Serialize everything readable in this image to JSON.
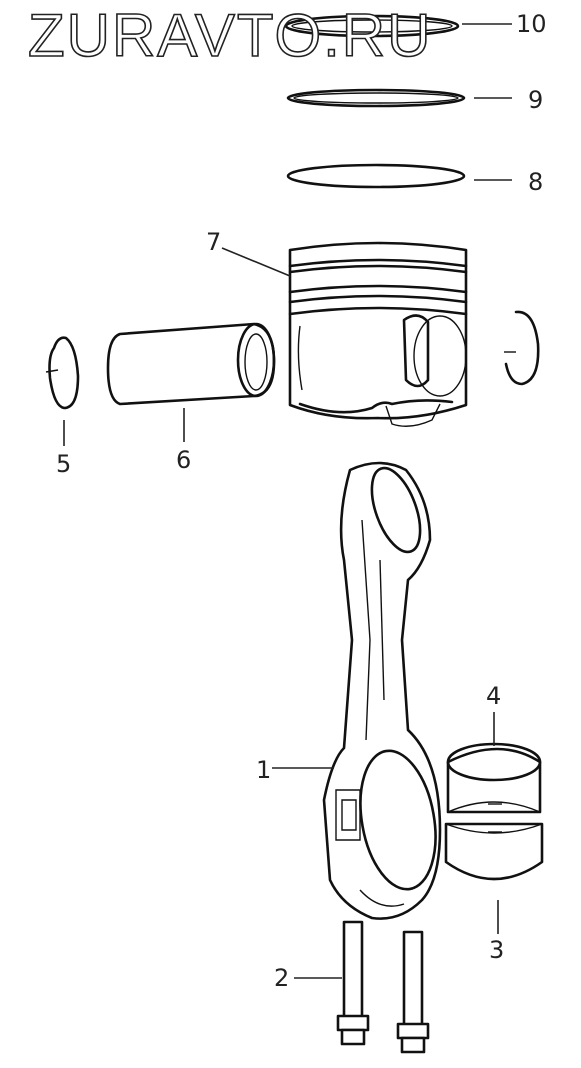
{
  "watermark": "ZURAVTO.RU",
  "callouts": [
    "1",
    "2",
    "3",
    "4",
    "5",
    "6",
    "7",
    "8",
    "9",
    "10"
  ]
}
